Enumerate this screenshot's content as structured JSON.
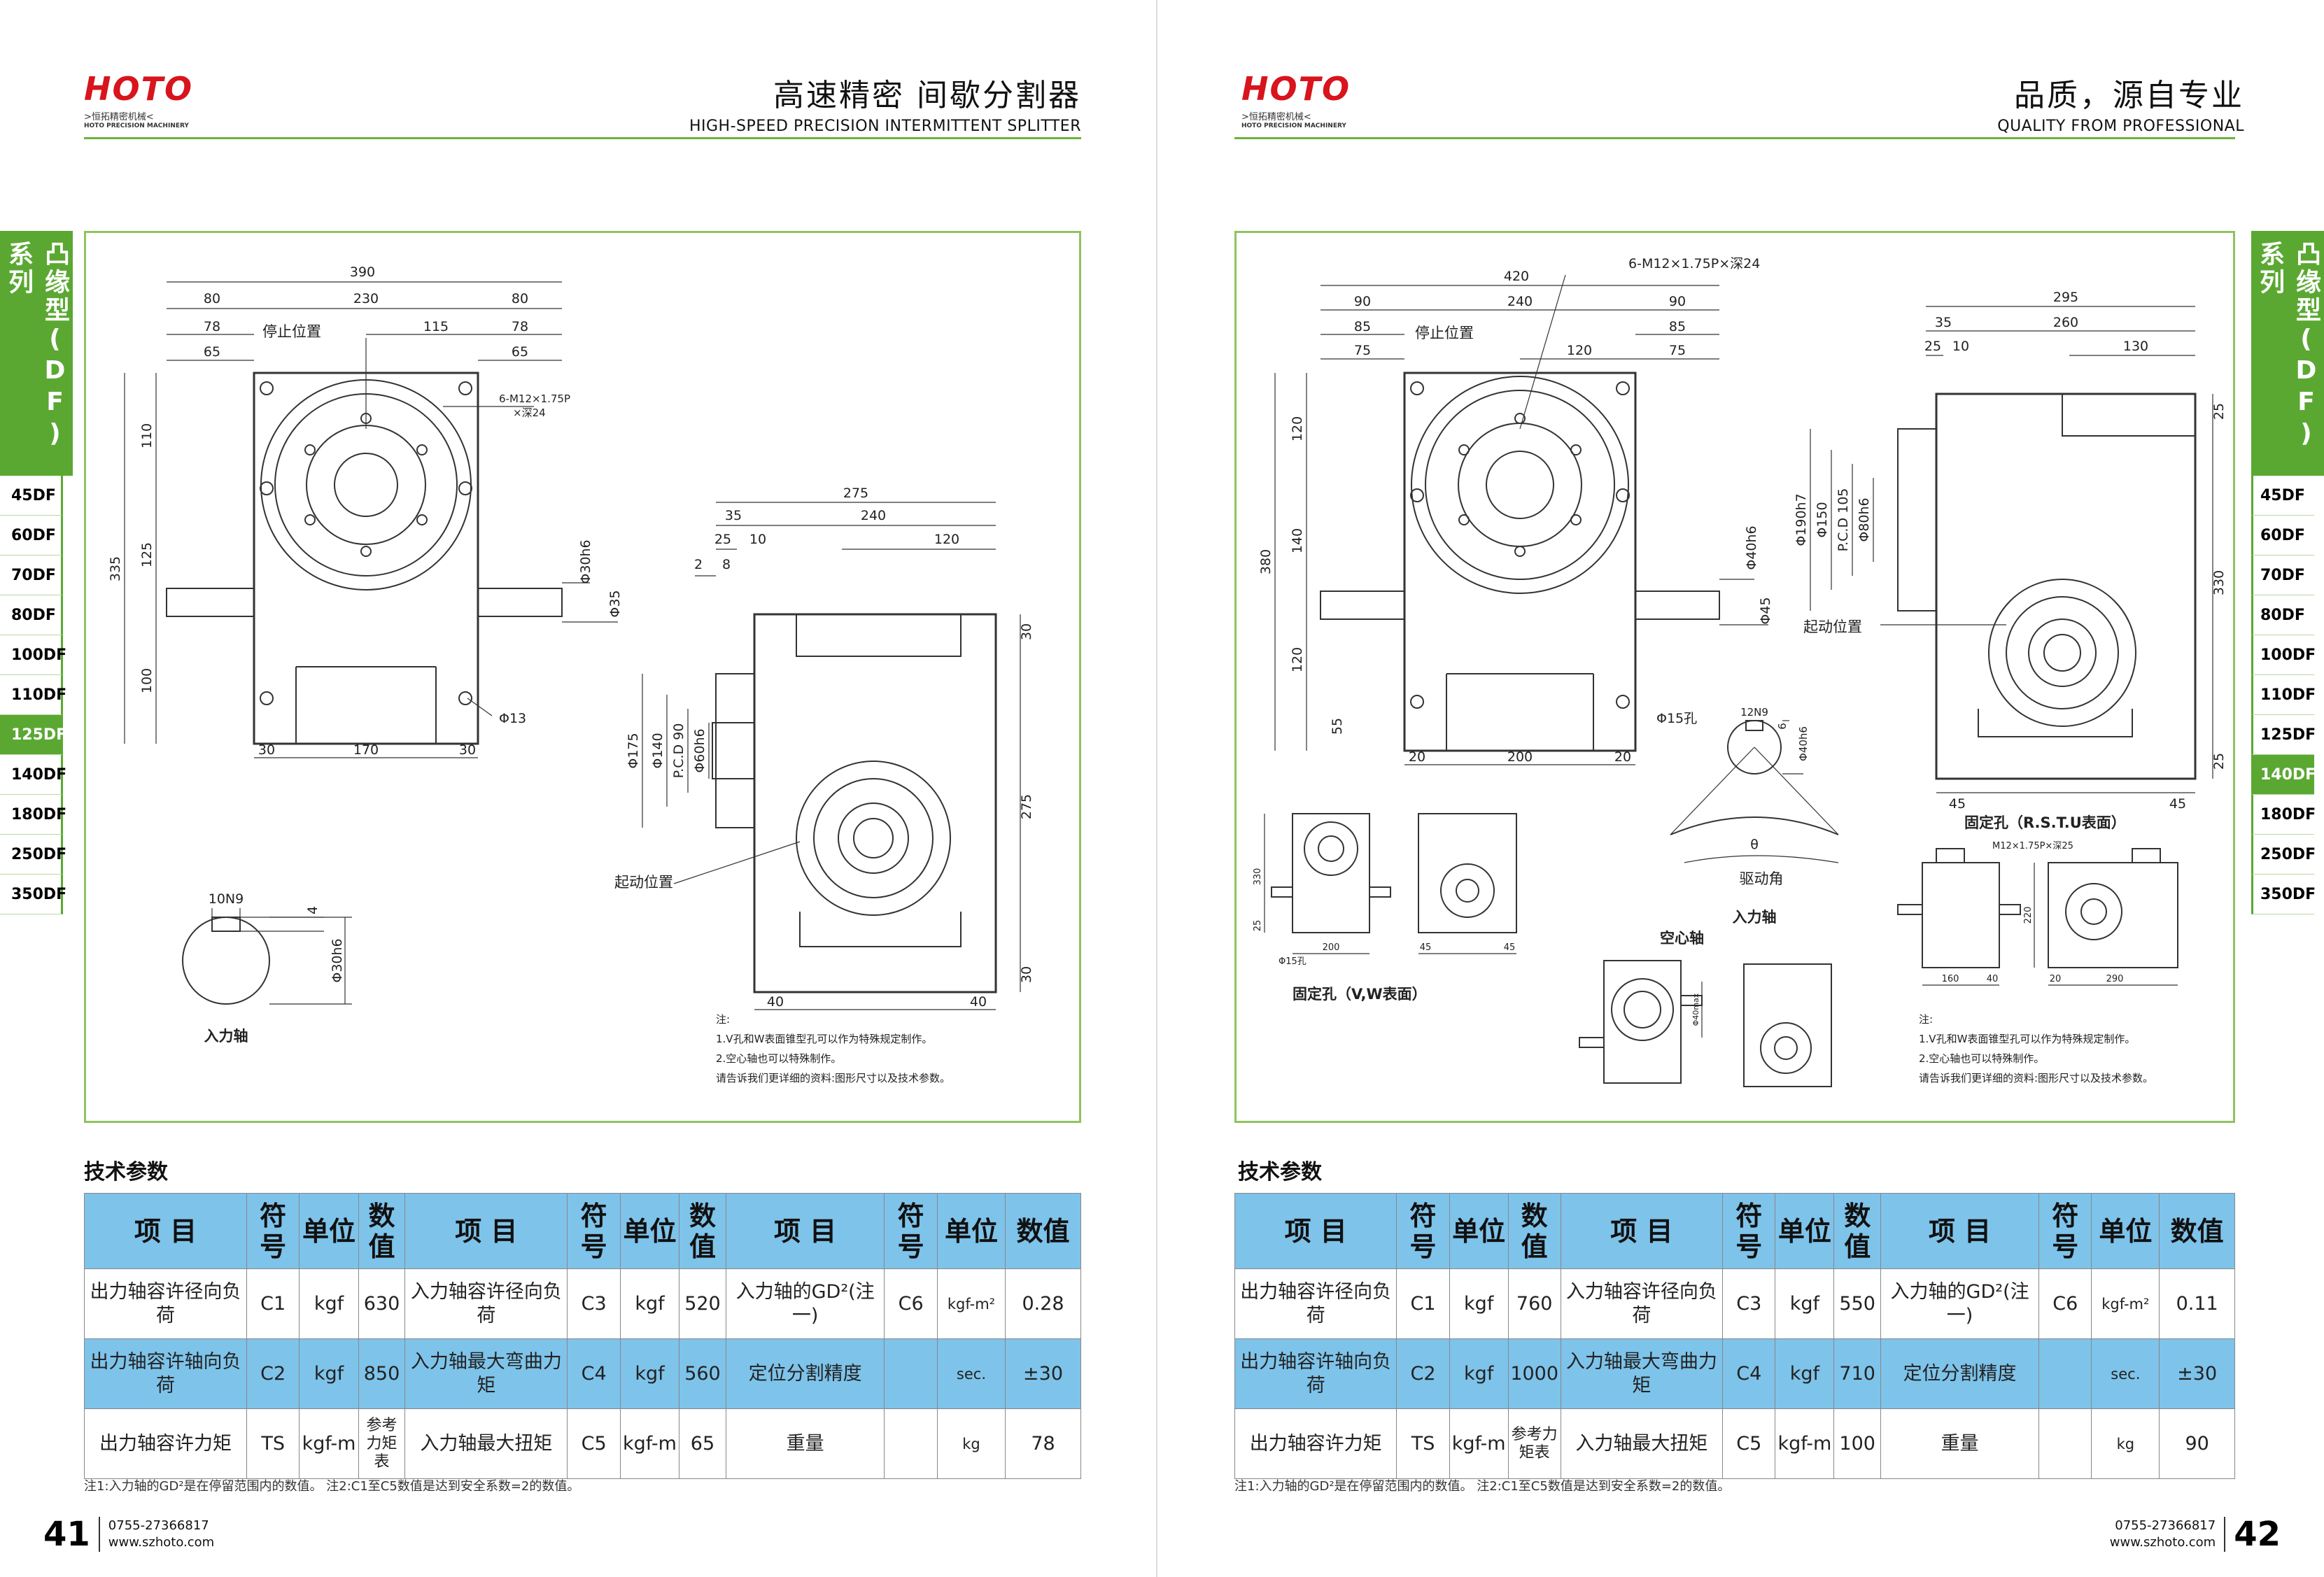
{
  "brand": {
    "logo": "HOTO",
    "cn": ">恒拓精密机械<",
    "en": "HOTO PRECISION MACHINERY"
  },
  "left": {
    "title_cn": "高速精密 间歇分割器",
    "title_en": "HIGH-SPEED PRECISION INTERMITTENT SPLITTER",
    "page_number": "41",
    "phone": "0755-27366817",
    "web": "www.szhoto.com",
    "drawing": {
      "dims_top": [
        "390",
        "80",
        "230",
        "80",
        "78",
        "115",
        "78",
        "65",
        "65"
      ],
      "label_stop": "停止位置",
      "label_thread": "6-M12×1.75P",
      "label_thread2": "×深24",
      "dims_left": [
        "335",
        "110",
        "125",
        "100"
      ],
      "dim_shaft": "Φ30h6",
      "dim_35": "Φ35",
      "dim_hole": "Φ13",
      "dims_bottom": [
        "30",
        "170",
        "30"
      ],
      "side_top": [
        "275",
        "35",
        "240",
        "25",
        "10",
        "120",
        "2",
        "8"
      ],
      "side_left": [
        "Φ175",
        "Φ140",
        "P.C.D 90",
        "Φ60h6"
      ],
      "side_right": [
        "30",
        "275",
        "30"
      ],
      "side_bottom": [
        "40",
        "40"
      ],
      "label_start": "起动位置",
      "key_label": "10N9",
      "key_dim": "4",
      "key_shaft": "Φ30h6",
      "input_shaft": "入力轴"
    },
    "notes": [
      "注:",
      "1.V孔和W表面锥型孔可以作为特殊规定制作。",
      "2.空心轴也可以特殊制作。",
      "请告诉我们更详细的资料:图形尺寸以及技术参数。"
    ],
    "tech_title": "技术参数",
    "table": {
      "headers": [
        "项 目",
        "符号",
        "单位",
        "数值",
        "项 目",
        "符号",
        "单位",
        "数值",
        "项 目",
        "符号",
        "单位",
        "数值"
      ],
      "rows": [
        [
          "出力轴容许径向负荷",
          "C1",
          "kgf",
          "630",
          "入力轴容许径向负荷",
          "C3",
          "kgf",
          "520",
          "入力轴的GD²(注一)",
          "C6",
          "kgf-m²",
          "0.28"
        ],
        [
          "出力轴容许轴向负荷",
          "C2",
          "kgf",
          "850",
          "入力轴最大弯曲力矩",
          "C4",
          "kgf",
          "560",
          "定位分割精度",
          "",
          "sec.",
          "±30"
        ],
        [
          "出力轴容许力矩",
          "TS",
          "kgf-m",
          "参考力矩表",
          "入力轴最大扭矩",
          "C5",
          "kgf-m",
          "65",
          "重量",
          "",
          "kg",
          "78"
        ]
      ]
    },
    "footnote": "注1:入力轴的GD²是在停留范围内的数值。 注2:C1至C5数值是达到安全系数=2的数值。"
  },
  "right": {
    "title_cn": "品质，源自专业",
    "title_en": "QUALITY FROM PROFESSIONAL",
    "page_number": "42",
    "phone": "0755-27366817",
    "web": "www.szhoto.com",
    "drawing": {
      "dims_top": [
        "420",
        "90",
        "240",
        "90",
        "85",
        "120",
        "85",
        "75",
        "75"
      ],
      "label_thread": "6-M12×1.75P×深24",
      "label_stop": "停止位置",
      "dims_left": [
        "380",
        "120",
        "140",
        "120",
        "55"
      ],
      "dim_shaft": "Φ40h6",
      "dim_45": "Φ45",
      "dim_hole": "Φ15孔",
      "dims_bottom": [
        "20",
        "200",
        "20"
      ],
      "side_top": [
        "295",
        "35",
        "260",
        "25",
        "10",
        "130"
      ],
      "side_left": [
        "Φ190h7",
        "Φ150",
        "P.C.D 105",
        "Φ80h6"
      ],
      "side_right": [
        "25",
        "330",
        "25"
      ],
      "side_bottom": [
        "45",
        "45"
      ],
      "label_start": "起动位置",
      "key_label": "12N9",
      "key_dim": "6",
      "key_shaft": "Φ40h6",
      "theta": "θ",
      "drive_angle": "驱动角",
      "input_shaft": "入力轴",
      "fix_vw": "固定孔（V,W表面）",
      "hollow": "空心轴",
      "fix_rstu": "固定孔（R.S.T.U表面）",
      "rstu_thread": "M12×1.75P×深25",
      "mini_dims": [
        "200",
        "330",
        "25",
        "45",
        "Φ15孔",
        "160",
        "40",
        "220",
        "20",
        "290"
      ],
      "mini_small": "Φ40max"
    },
    "notes": [
      "注:",
      "1.V孔和W表面锥型孔可以作为特殊规定制作。",
      "2.空心轴也可以特殊制作。",
      "请告诉我们更详细的资料:图形尺寸以及技术参数。"
    ],
    "tech_title": "技术参数",
    "table": {
      "headers": [
        "项 目",
        "符号",
        "单位",
        "数值",
        "项 目",
        "符号",
        "单位",
        "数值",
        "项 目",
        "符号",
        "单位",
        "数值"
      ],
      "rows": [
        [
          "出力轴容许径向负荷",
          "C1",
          "kgf",
          "760",
          "入力轴容许径向负荷",
          "C3",
          "kgf",
          "550",
          "入力轴的GD²(注一)",
          "C6",
          "kgf-m²",
          "0.11"
        ],
        [
          "出力轴容许轴向负荷",
          "C2",
          "kgf",
          "1000",
          "入力轴最大弯曲力矩",
          "C4",
          "kgf",
          "710",
          "定位分割精度",
          "",
          "sec.",
          "±30"
        ],
        [
          "出力轴容许力矩",
          "TS",
          "kgf-m",
          "参考力矩表",
          "入力轴最大扭矩",
          "C5",
          "kgf-m",
          "100",
          "重量",
          "",
          "kg",
          "90"
        ]
      ]
    },
    "footnote": "注1:入力轴的GD²是在停留范围内的数值。 注2:C1至C5数值是达到安全系数=2的数值。"
  },
  "side_tab": {
    "category": "凸缘型(DF)系列",
    "items": [
      "45DF",
      "60DF",
      "70DF",
      "80DF",
      "100DF",
      "110DF",
      "125DF",
      "140DF",
      "180DF",
      "250DF",
      "350DF"
    ],
    "left_active": "125DF",
    "right_active": "140DF"
  },
  "colors": {
    "green": "#5aa832",
    "table_blue": "#7ec3ea",
    "logo_red": "#d8141c"
  }
}
